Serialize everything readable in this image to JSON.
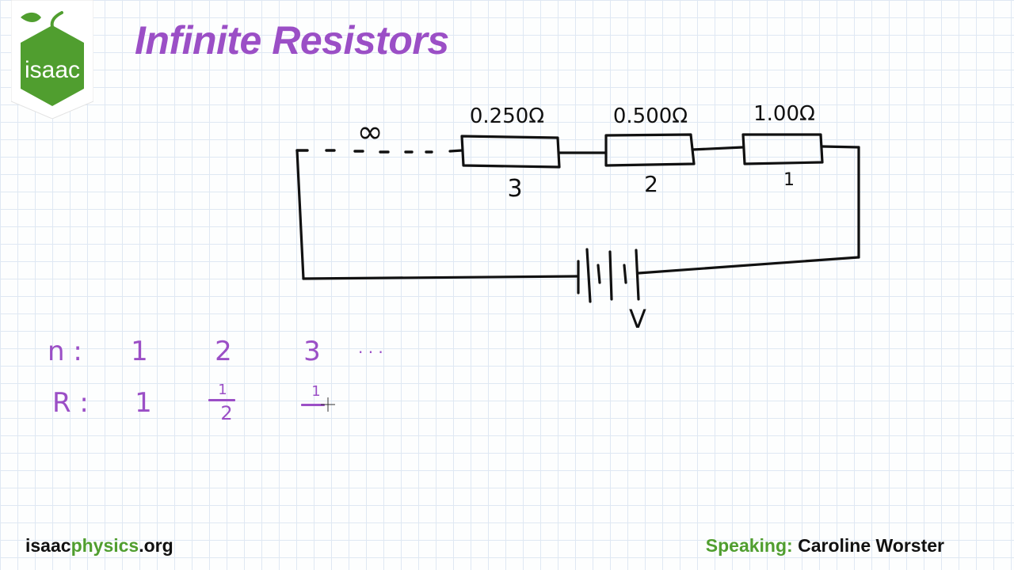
{
  "logo": {
    "text": "isaac",
    "green": "#509e2f",
    "purple": "#9b4fc6"
  },
  "title": "Infinite Resistors",
  "circuit": {
    "infinity_symbol": "∞",
    "resistors": [
      {
        "value": "0.250Ω",
        "index": "3"
      },
      {
        "value": "0.500Ω",
        "index": "2"
      },
      {
        "value": "1.00Ω",
        "index": "1"
      }
    ],
    "battery_label": "V"
  },
  "table": {
    "row_n": {
      "label": "n :",
      "values": [
        "1",
        "2",
        "3"
      ],
      "continuation": ". . ."
    },
    "row_r": {
      "label": "R :",
      "values": [
        "1"
      ],
      "fractions": [
        {
          "numerator": "1",
          "denominator": "2"
        },
        {
          "numerator": "1",
          "denominator": ""
        }
      ]
    }
  },
  "footer": {
    "url_part1": "isaac",
    "url_part2": "physics",
    "url_part3": ".org",
    "speaking_label": "Speaking:",
    "speaker_name": "Caroline Worster"
  },
  "colors": {
    "accent_purple": "#9b4fc6",
    "brand_green": "#509e2f",
    "ink": "#111111"
  }
}
